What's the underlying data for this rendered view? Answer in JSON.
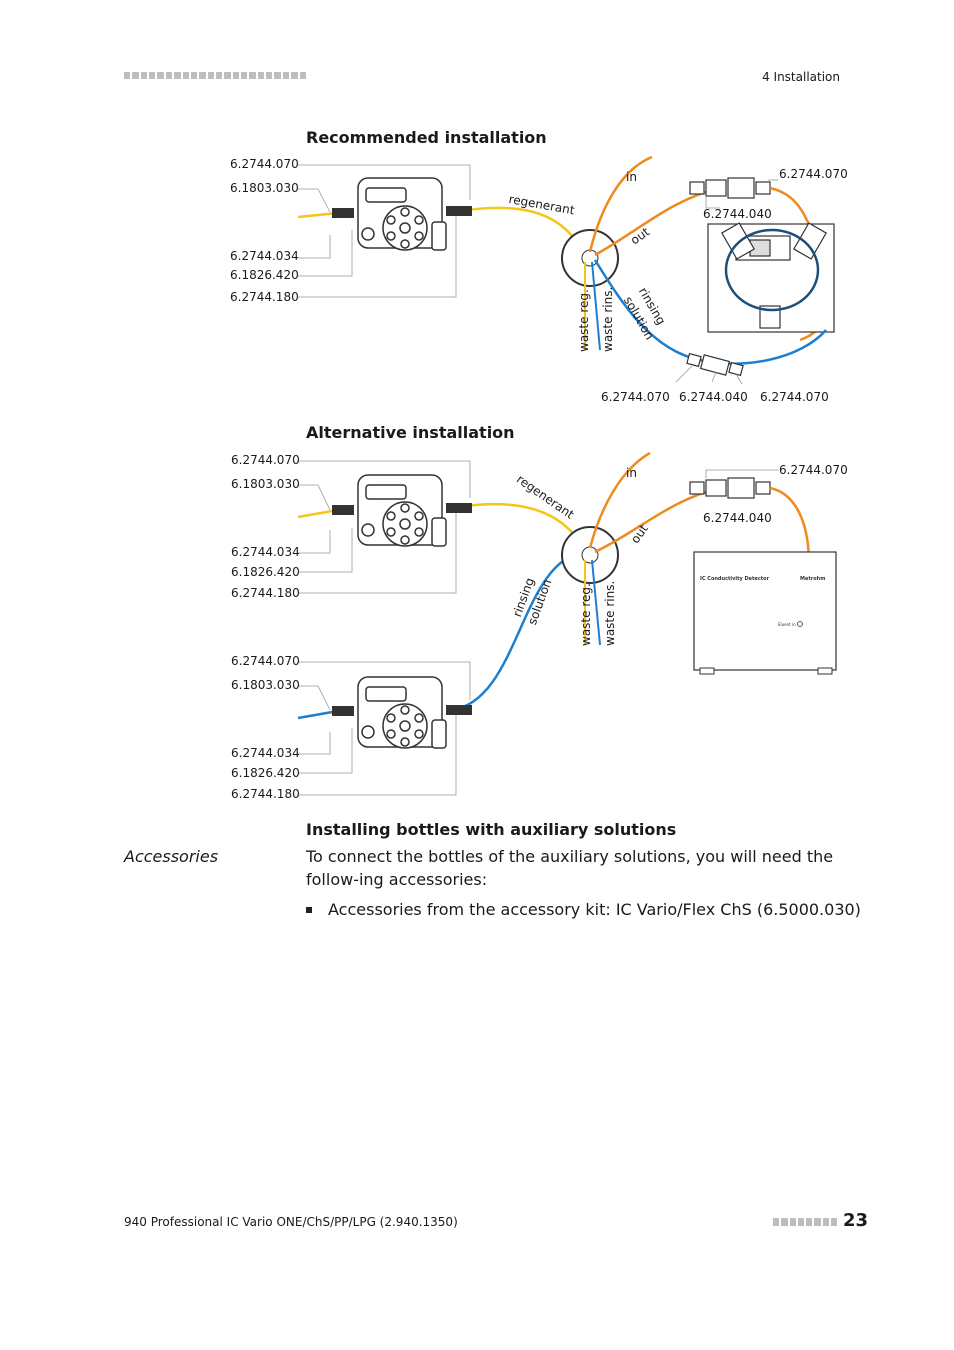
{
  "header": {
    "chapter": "4 Installation"
  },
  "diagram1": {
    "title": "Recommended installation",
    "left_labels": [
      "6.2744.070",
      "6.1803.030",
      "6.2744.034",
      "6.1826.420",
      "6.2744.180"
    ],
    "right_top": "6.2744.070",
    "mid_right": "6.2744.040",
    "bottom_labels": [
      "6.2744.070",
      "6.2744.040",
      "6.2744.070"
    ],
    "tube_labels": {
      "regenerant": "regenerant",
      "in": "in",
      "out": "out",
      "waste_reg": "waste reg.",
      "waste_rins": "waste rins.",
      "rinsing": "rinsing",
      "solution": "solution"
    }
  },
  "diagram2": {
    "title": "Alternative installation",
    "left_labels_top": [
      "6.2744.070",
      "6.1803.030",
      "6.2744.034",
      "6.1826.420",
      "6.2744.180"
    ],
    "left_labels_bottom": [
      "6.2744.070",
      "6.1803.030",
      "6.2744.034",
      "6.1826.420",
      "6.2744.180"
    ],
    "right_top": "6.2744.070",
    "mid_right": "6.2744.040",
    "detector_name": "IC Conductivity Detector",
    "detector_brand": "Metrohm",
    "detector_port": "Eluent in",
    "tube_labels": {
      "regenerant": "regenerant",
      "in": "in",
      "out": "out",
      "waste_reg": "waste reg.",
      "waste_rins": "waste rins.",
      "rinsing": "rinsing",
      "solution": "solution"
    }
  },
  "section": {
    "heading": "Installing bottles with auxiliary solutions",
    "side_label": "Accessories",
    "paragraph": "To connect the bottles of the auxiliary solutions, you will need the follow-ing accessories:",
    "bullet": "Accessories from the accessory kit: IC Vario/Flex ChS (6.5000.030)"
  },
  "footer": {
    "doc_title": "940 Professional IC Vario ONE/ChS/PP/LPG (2.940.1350)",
    "page": "23"
  },
  "colors": {
    "yellow": "#f5c518",
    "orange": "#ee8a1e",
    "blue": "#1f7fcf",
    "dark_blue": "#1d4f7a"
  }
}
